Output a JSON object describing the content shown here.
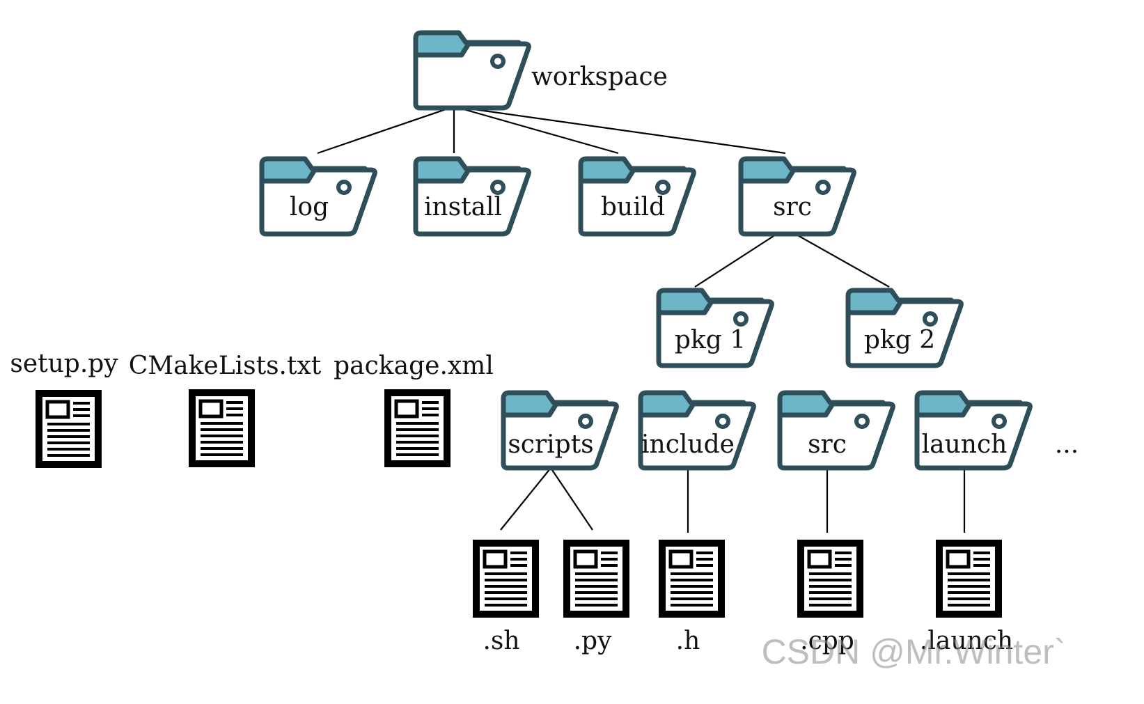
{
  "root": {
    "label": "workspace"
  },
  "top_folders": [
    {
      "label": "log"
    },
    {
      "label": "install"
    },
    {
      "label": "build"
    },
    {
      "label": "src"
    }
  ],
  "packages": [
    {
      "label": "pkg 1"
    },
    {
      "label": "pkg 2"
    }
  ],
  "package_files": [
    {
      "label": "setup.py"
    },
    {
      "label": "CMakeLists.txt"
    },
    {
      "label": "package.xml"
    }
  ],
  "package_folders": [
    {
      "label": "scripts"
    },
    {
      "label": "include"
    },
    {
      "label": "src"
    },
    {
      "label": "launch"
    }
  ],
  "more": "...",
  "leaf_files": [
    {
      "label": ".sh"
    },
    {
      "label": ".py"
    },
    {
      "label": ".h"
    },
    {
      "label": ".cpp"
    },
    {
      "label": ".launch"
    }
  ],
  "watermark": "CSDN @Mr.Winter`",
  "colors": {
    "folder_tab": "#6cb6c8",
    "folder_outline": "#2e4f5a",
    "document": "#000000"
  },
  "icons": {
    "folder": "folder-icon",
    "file": "document-icon"
  }
}
